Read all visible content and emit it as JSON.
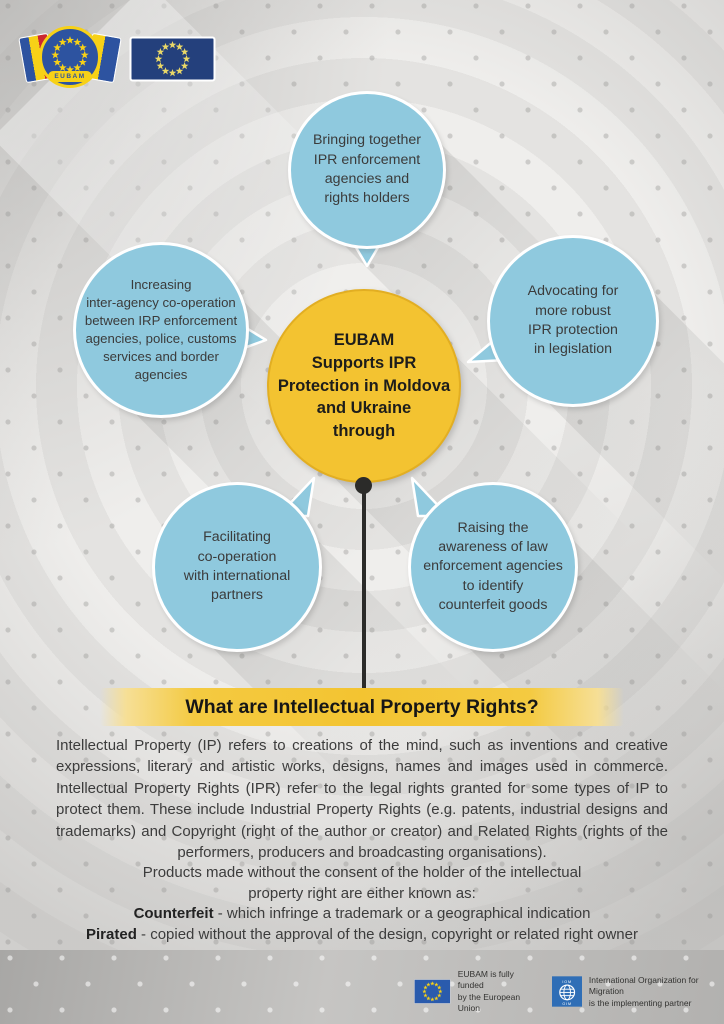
{
  "header": {
    "eubam_logo_text": "EUBAM"
  },
  "diagram": {
    "center": {
      "text": "EUBAM\nSupports IPR\nProtection in Moldova\nand Ukraine\nthrough"
    },
    "bubbles": [
      {
        "id": "bringing-together",
        "text": "Bringing together\nIPR enforcement\nagencies and\nrights holders"
      },
      {
        "id": "inter-agency-cooperation",
        "text": "Increasing\ninter-agency co-operation\nbetween IRP enforcement\nagencies, police, customs\nservices and border\nagencies"
      },
      {
        "id": "advocating",
        "text": "Advocating for\nmore robust\nIPR protection\nin legislation"
      },
      {
        "id": "facilitating",
        "text": "Facilitating\nco-operation\nwith international\npartners"
      },
      {
        "id": "raising-awareness",
        "text": "Raising the\nawareness of law\nenforcement agencies\nto identify\ncounterfeit goods"
      }
    ]
  },
  "section": {
    "title": "What are Intellectual Property Rights?",
    "paragraph": "Intellectual Property (IP) refers to creations of the mind, such as inventions and creative expressions, literary and artistic works, designs, names and images used in commerce. Intellectual Property Rights (IPR) refer to the legal rights granted for some types of IP to protect them. These include Industrial Property Rights (e.g. patents, industrial designs and trademarks) and Copyright (right of the author or creator) and Related Rights (rights of the performers, producers and broadcasting organisations)."
  },
  "definitions": {
    "intro": "Products made without the consent of the holder of the intellectual\nproperty right are either known as:",
    "items": [
      {
        "term": "Counterfeit",
        "text": " - which infringe a trademark or a geographical indication"
      },
      {
        "term": "Pirated",
        "text": " - copied without the approval of the design, copyright or related right owner"
      }
    ]
  },
  "footer": {
    "eu_text": "EUBAM is fully funded\nby the European Union",
    "iom_text": "International Organization for Migration\nis the implementing partner"
  },
  "colors": {
    "accent_yellow": "#f3c331",
    "bubble_blue": "#8fc9de",
    "eu_flag_blue": "#24407c",
    "footer_eu_blue": "#2a5bad",
    "iom_blue": "#2f6eb6",
    "text_dark": "#3c3c3c"
  }
}
